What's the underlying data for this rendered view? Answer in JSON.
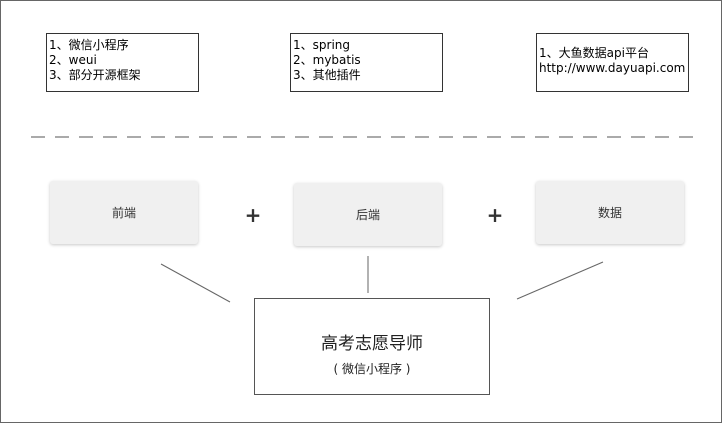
{
  "notes": {
    "frontend": [
      "1、微信小程序",
      "2、weui",
      "3、部分开源框架"
    ],
    "backend": [
      "1、spring",
      "2、mybatis",
      "3、其他插件"
    ],
    "data": [
      "1、大鱼数据api平台",
      "http://www.dayuapi.com"
    ]
  },
  "blocks": {
    "frontend": "前端",
    "backend": "后端",
    "data": "数据"
  },
  "operators": {
    "plus1": "+",
    "plus2": "+"
  },
  "main": {
    "title": "高考志愿导师",
    "subtitle": "( 微信小程序 )"
  },
  "colors": {
    "block_fill": "#f0f0f0",
    "line": "#666666",
    "border": "#333333"
  }
}
